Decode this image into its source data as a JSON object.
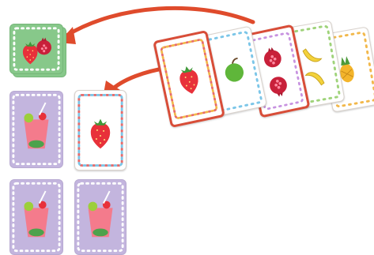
{
  "scene": {
    "description_text": "",
    "colors": {
      "arrow": "#df4b2c",
      "selected_border": "#d84d38",
      "card_back": "#c3b5de",
      "green_card": "#87c88a",
      "dot_colors": [
        "#e86a6a",
        "#f2b84b",
        "#7cc6e8",
        "#9fd37a",
        "#c792e0"
      ]
    },
    "fan_cards": [
      {
        "fruit": "strawberry-icon",
        "selected": true
      },
      {
        "fruit": "apple-icon",
        "selected": false
      },
      {
        "fruit": "pomegranate-icon",
        "selected": true
      },
      {
        "fruit": "banana-icon",
        "selected": false
      },
      {
        "fruit": "pineapple-icon",
        "selected": false
      }
    ],
    "stack_cards": [
      "strawberry-icon",
      "pomegranate-icon"
    ],
    "table_cards": [
      "smoothie-card-back",
      "strawberry-icon",
      "smoothie-card-back",
      "smoothie-card-back"
    ]
  }
}
